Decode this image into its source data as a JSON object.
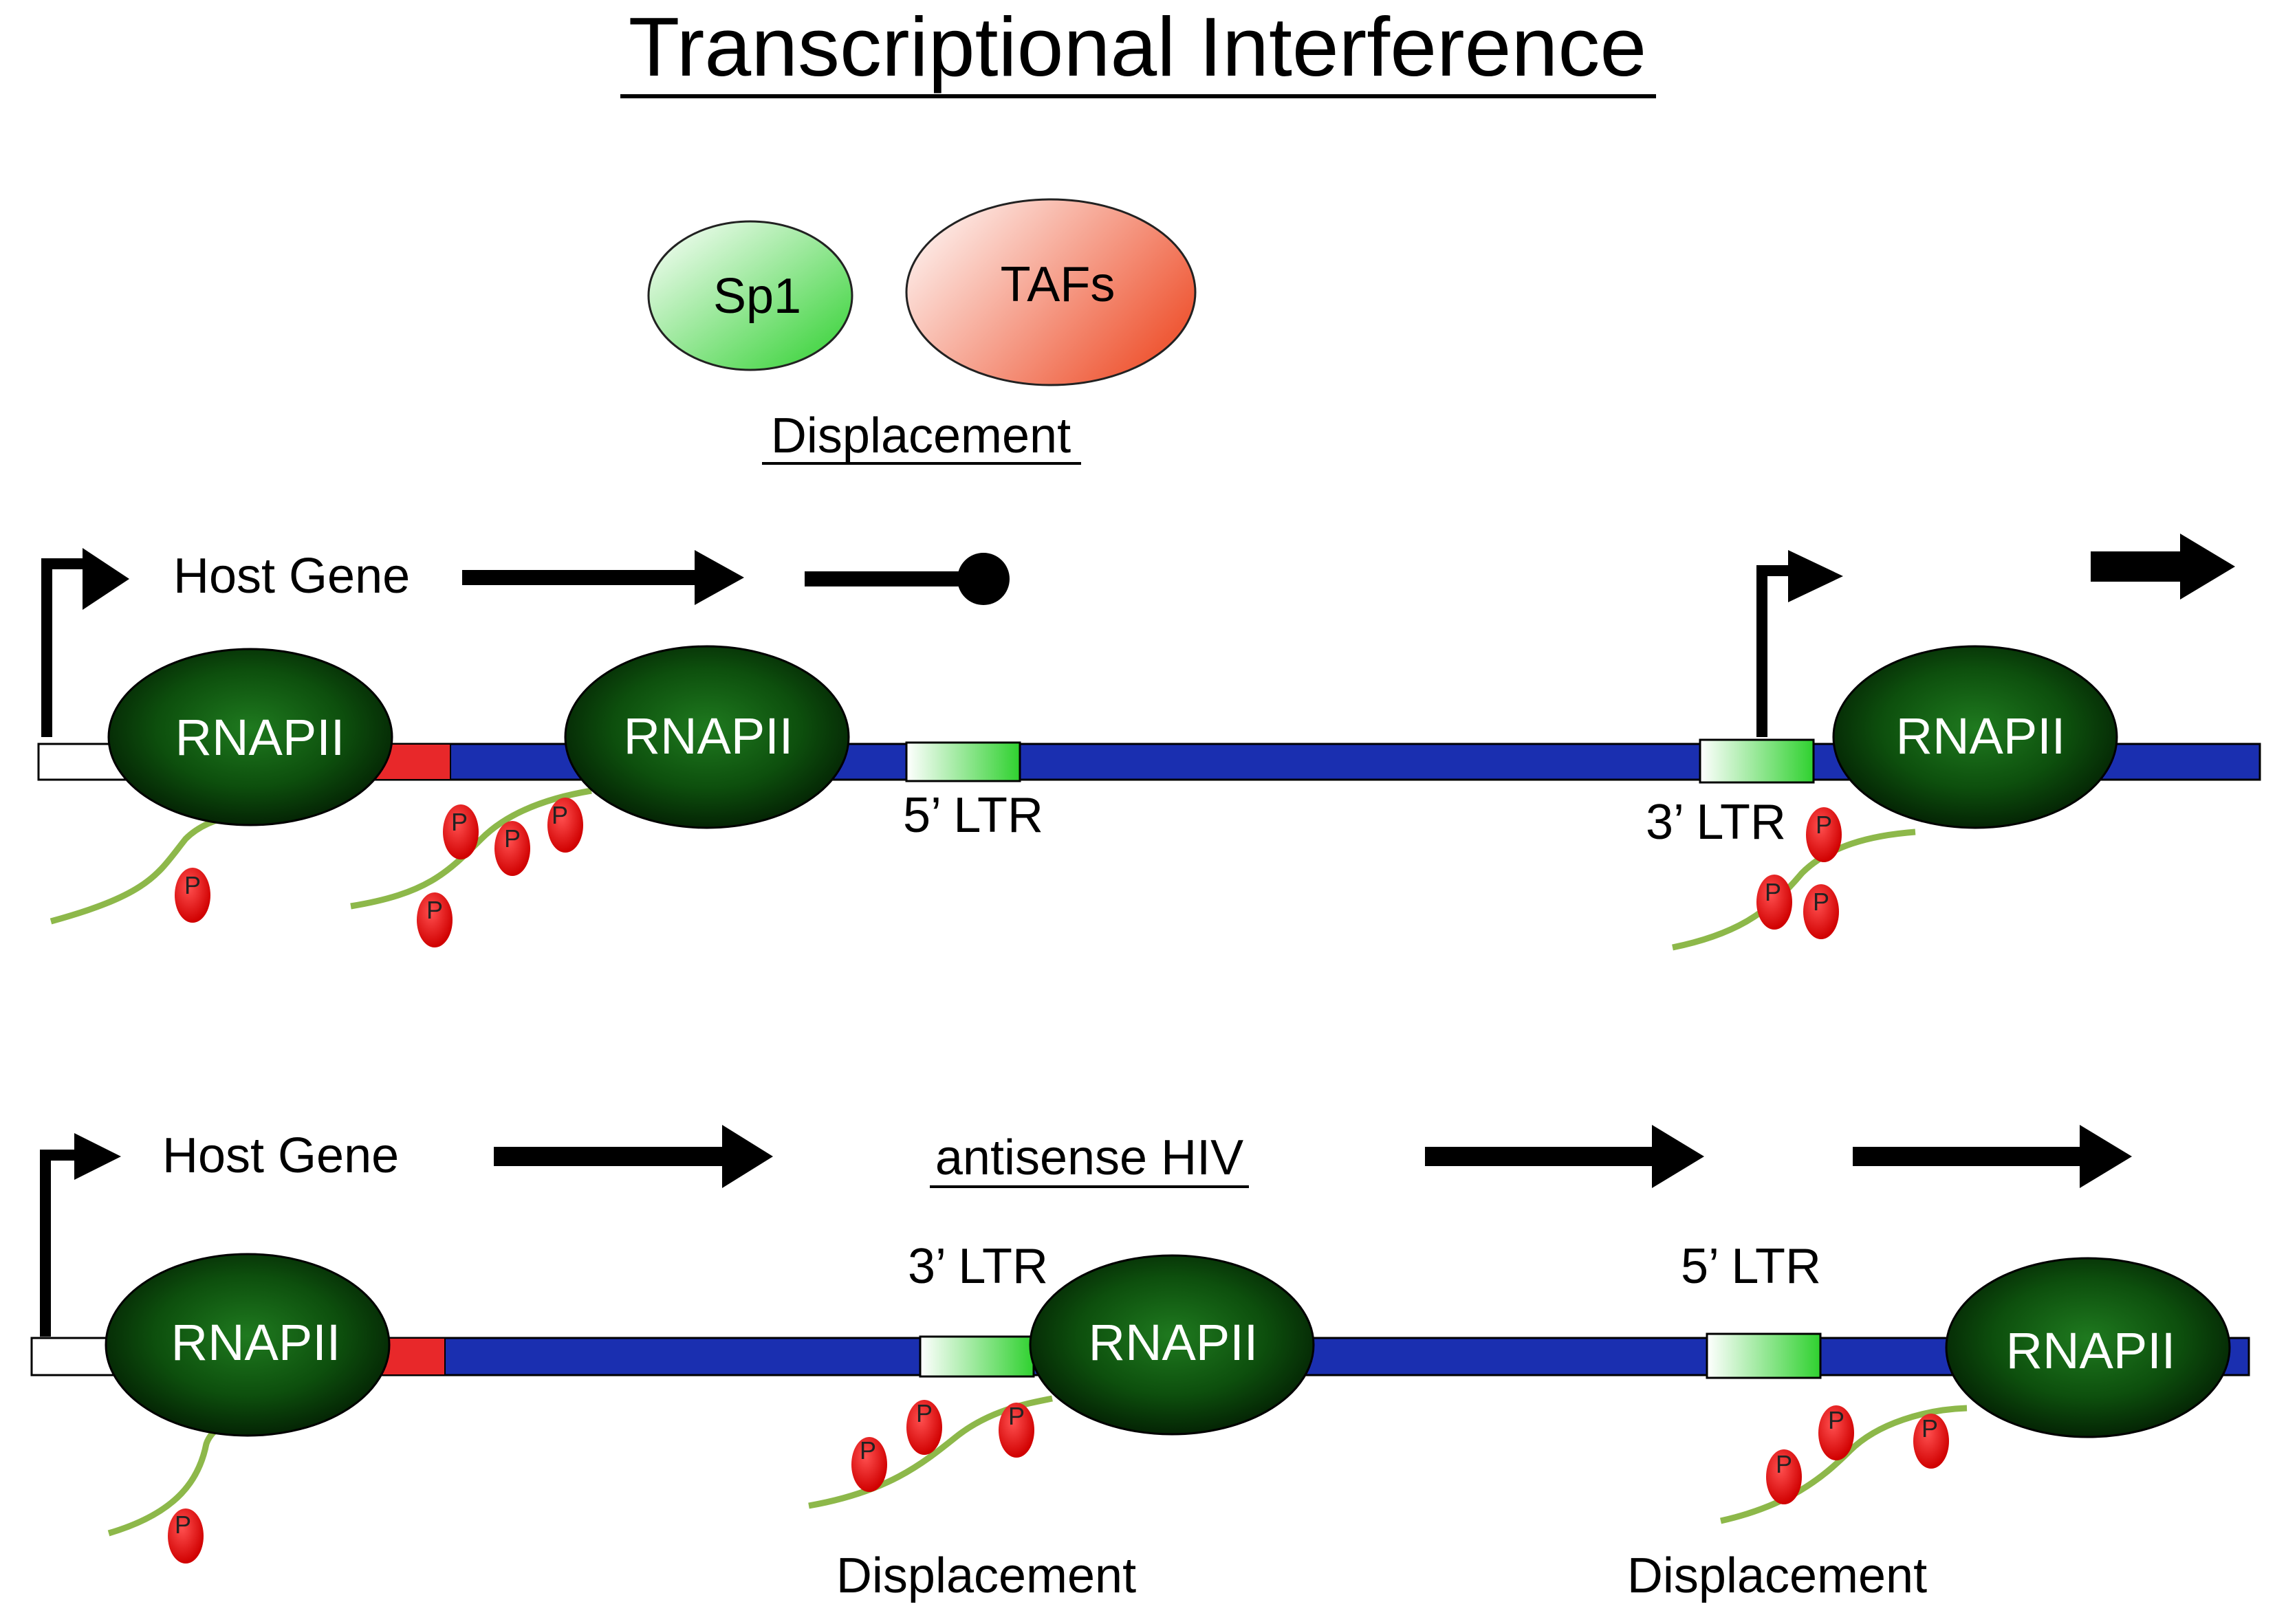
{
  "title": "Transcriptional Interference",
  "factors": {
    "sp1": "Sp1",
    "tafs": "TAFs",
    "displacement": "Displacement"
  },
  "panel_top": {
    "host_gene": "Host Gene",
    "ltr_5": "5’ LTR",
    "ltr_3": "3’ LTR",
    "polymerase_1": "RNAPII",
    "polymerase_2": "RNAPII",
    "polymerase_3": "RNAPII"
  },
  "panel_bottom": {
    "host_gene": "Host Gene",
    "antisense": "antisense HIV",
    "ltr_3": "3’ LTR",
    "ltr_5": "5’ LTR",
    "polymerase_1": "RNAPII",
    "polymerase_2": "RNAPII",
    "polymerase_3": "RNAPII",
    "displacement_left": "Displacement",
    "displacement_right": "Displacement"
  },
  "phospho_label": "P",
  "colors": {
    "dna": "#1a2fb0",
    "promoter_red": "#e8282a",
    "ltr_green": "#3ad13a",
    "rnapii": "#0b4d0b",
    "rna": "#8db84a",
    "phospho": "#e00000",
    "sp1": "#38d838",
    "tafs": "#f06a4a"
  }
}
